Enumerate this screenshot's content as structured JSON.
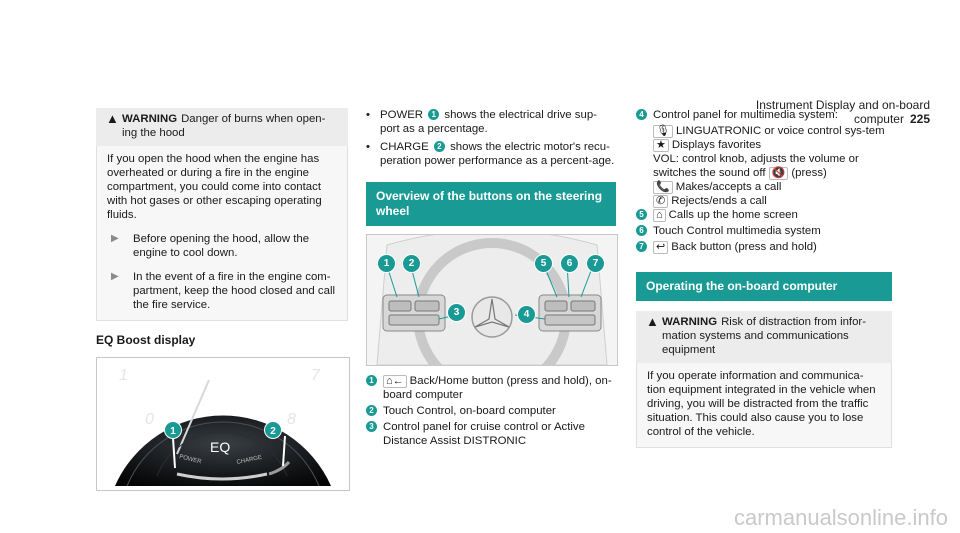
{
  "header": {
    "title": "Instrument Display and on-board computer",
    "page": "225"
  },
  "col1": {
    "warning": {
      "label": "WARNING",
      "title_rest": "Danger of burns when open-ing the hood",
      "body": "If you open the hood when the engine has overheated or during a fire in the engine compartment, you could come into contact with hot gases or other escaping operating fluids.",
      "steps": [
        "Before opening the hood, allow the engine to cool down.",
        "In the event of a fire in the engine com-partment, keep the hood closed and call the fire service."
      ]
    },
    "section_title": "EQ Boost display",
    "gauge": {
      "t7": "7",
      "t8": "8",
      "t0": "0",
      "t1": "1",
      "eq": "EQ",
      "power": "POWER",
      "charge": "CHARGE",
      "c1": "1",
      "c2": "2"
    }
  },
  "col2": {
    "bullets": [
      {
        "pre": "POWER",
        "num": "1",
        "post": "shows the electrical drive sup-port as a percentage."
      },
      {
        "pre": "CHARGE",
        "num": "2",
        "post": "shows the electric motor's recu-peration power performance as a percent-age."
      }
    ],
    "overview_title": "Overview of the buttons on the steering wheel",
    "wheel": {
      "n1": "1",
      "n2": "2",
      "n3": "3",
      "n4": "4",
      "n5": "5",
      "n6": "6",
      "n7": "7"
    },
    "legend": [
      {
        "num": "1",
        "icon": "⌂←",
        "text": "Back/Home button (press and hold), on-board computer"
      },
      {
        "num": "2",
        "icon": "",
        "text": "Touch Control, on-board computer"
      },
      {
        "num": "3",
        "icon": "",
        "text": "Control panel for cruise control or Active Distance Assist DISTRONIC"
      }
    ]
  },
  "col3": {
    "legend4": {
      "num": "4",
      "intro": "Control panel for multimedia system:",
      "lines": [
        {
          "icon": "🎙",
          "text": "LINGUATRONIC or voice control sys-tem"
        },
        {
          "icon": "★",
          "text": "Displays favorites"
        },
        {
          "icon": "",
          "text": "VOL: control knob, adjusts the volume or switches the sound off"
        },
        {
          "icon": "📞",
          "text": "Makes/accepts a call"
        },
        {
          "icon": "✆",
          "text": "Rejects/ends a call"
        }
      ],
      "mute_icon": "🔇",
      "mute_tail": "(press)"
    },
    "legend_rest": [
      {
        "num": "5",
        "icon": "⌂",
        "text": "Calls up the home screen"
      },
      {
        "num": "6",
        "icon": "",
        "text": "Touch Control multimedia system"
      },
      {
        "num": "7",
        "icon": "↩",
        "text": "Back button (press and hold)"
      }
    ],
    "operating_title": "Operating the on-board computer",
    "warning": {
      "label": "WARNING",
      "title_rest": "Risk of distraction from infor-mation systems and communications equipment",
      "body": "If you operate information and communica-tion equipment integrated in the vehicle when driving, you will be distracted from the traffic situation. This could also cause you to lose control of the vehicle."
    }
  },
  "footer": {
    "site": "carmanualsonline.info"
  }
}
